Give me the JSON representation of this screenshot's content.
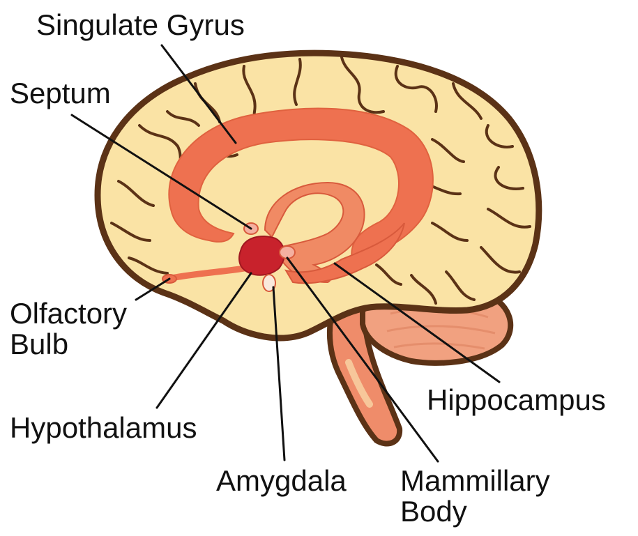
{
  "labels": {
    "singulate_gyrus": "Singulate Gyrus",
    "septum": "Septum",
    "olfactory_bulb": [
      "Olfactory",
      "Bulb"
    ],
    "hypothalamus": "Hypothalamus",
    "amygdala": "Amygdala",
    "mammillary_body": [
      "Mammillary",
      "Body"
    ],
    "hippocampus": "Hippocampus"
  },
  "colors": {
    "cortex_fill": "#fae3a5",
    "cortex_outline": "#5b3216",
    "limbic_ring": "#ee7150",
    "limbic_inner": "#f08a64",
    "hypothalamus": "#c8222c",
    "cerebellum": "#f1a180",
    "brainstem": "#ef8c6a",
    "leader_line": "#111111"
  }
}
